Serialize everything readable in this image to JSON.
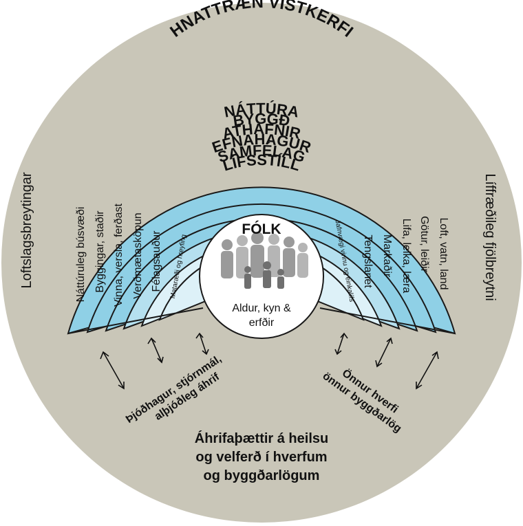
{
  "outer_title": "HNATTRÆN VISTKERFI",
  "left_outer": "Loftslagsbreytingar",
  "right_outer": "Líffræðileg fjölbreytni",
  "arc_titles": [
    "NÁTTÚRA",
    "BYGGÐ",
    "ATHAFNIR",
    "EFNAHAGUR",
    "SAMFÉLAG",
    "LÍFSSTÍLL",
    "FÓLK"
  ],
  "left_labels": [
    "Náttúruleg búsvæði",
    "Byggingar, staðir",
    "Vinna, versla, ferðast",
    "Verðmætasköpun",
    "Félagsauður",
    "Mataræði og hreyfing"
  ],
  "right_labels": [
    "Loft, vatn, land",
    "Götur, leiðir",
    "Lifa, leika, læra",
    "Markaðir",
    "Tengslanet",
    "Jafnvægi vinnu og einkalífs"
  ],
  "center": {
    "line1": "Aldur, kyn &",
    "line2": "erfðir"
  },
  "bottom_left_arrow_label": {
    "line1": "Þjóðhagur, stjórnmál,",
    "line2": "alþjóðleg áhrif"
  },
  "bottom_right_arrow_label": {
    "line1": "Önnur hverfi",
    "line2": "önnur byggðarlög"
  },
  "bottom_text": {
    "line1": "Áhrifaþættir á heilsu",
    "line2": "og velferð í hverfum",
    "line3": "og byggðarlögum"
  },
  "colors": {
    "outer_circle": "#c9c6b8",
    "ring_outer": "#8fd0e6",
    "ring_mid": "#b5e0ef",
    "ring_inner": "#ddf1f8",
    "border": "#1a1a1a"
  }
}
